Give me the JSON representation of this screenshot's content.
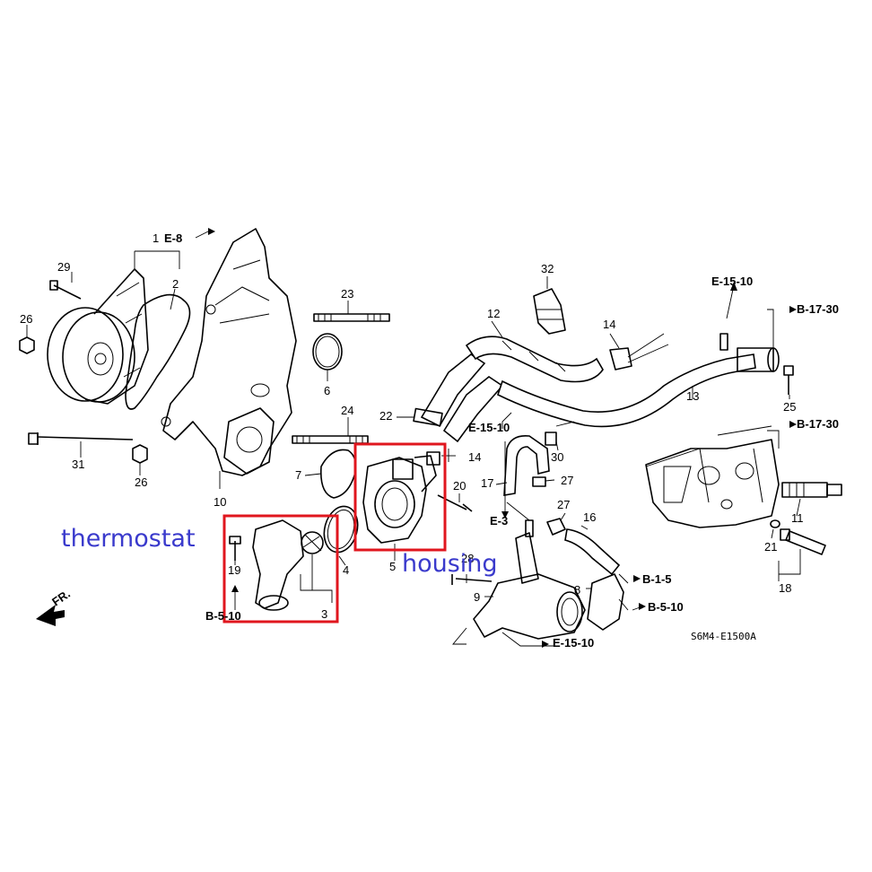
{
  "diagram": {
    "code": "S6M4-E1500A",
    "front_indicator": "FR.",
    "callouts": [
      "1",
      "2",
      "3",
      "4",
      "5",
      "6",
      "7",
      "8",
      "9",
      "10",
      "11",
      "12",
      "13",
      "14",
      "14",
      "16",
      "17",
      "18",
      "19",
      "20",
      "21",
      "22",
      "23",
      "24",
      "25",
      "26",
      "26",
      "27",
      "27",
      "28",
      "29",
      "30",
      "31",
      "32"
    ],
    "references": {
      "e8": "E-8",
      "e15_10_top": "E-15-10",
      "e15_10_mid": "E-15-10",
      "e15_10_bottom": "E-15-10",
      "e3": "E-3",
      "b17_30_top": "B-17-30",
      "b17_30_mid": "B-17-30",
      "b1_5": "B-1-5",
      "b5_10_right": "B-5-10",
      "b5_10_left": "B-5-10"
    },
    "annotations": {
      "thermostat": "thermostat",
      "housing": "housing"
    },
    "highlight_color": "#e0161e",
    "annotation_color": "#3a3acc"
  }
}
